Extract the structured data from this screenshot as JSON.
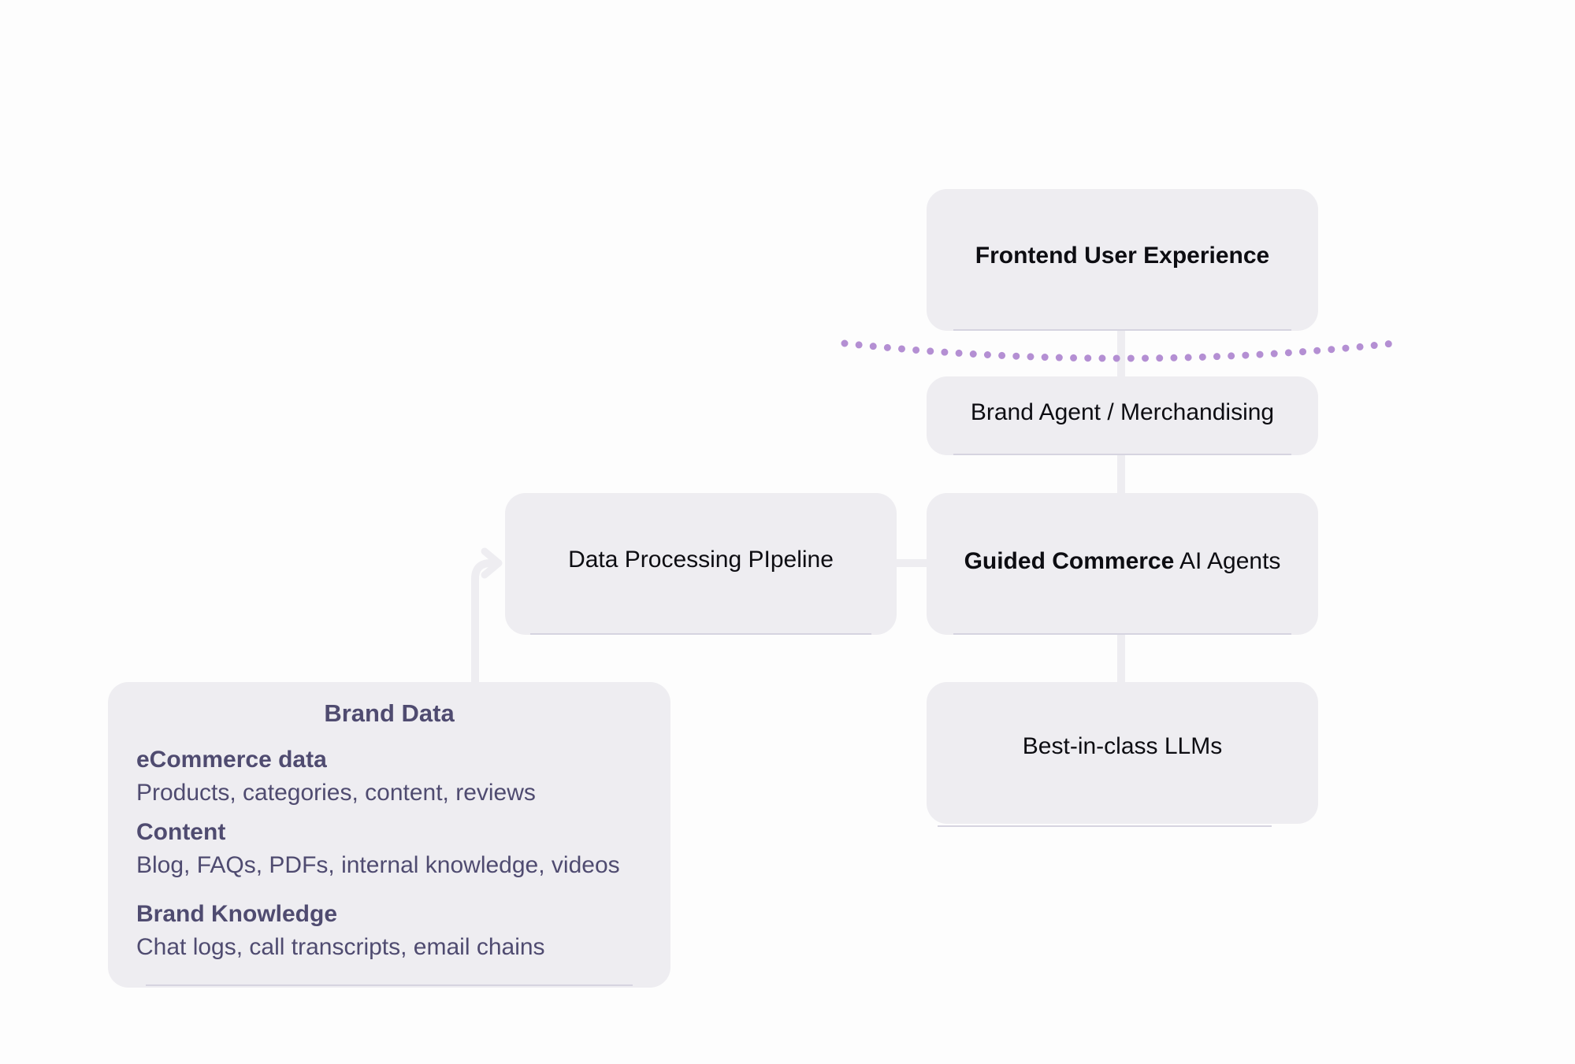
{
  "diagram": {
    "frontend": {
      "label": "Frontend User Experience"
    },
    "brand_agent": {
      "label": "Brand Agent / Merchandising"
    },
    "guided_commerce": {
      "label_bold": "Guided Commerce",
      "label_regular": "AI Agents"
    },
    "pipeline": {
      "label": "Data Processing PIpeline"
    },
    "llms": {
      "label": "Best-in-class LLMs"
    },
    "brand_data": {
      "title": "Brand Data",
      "sections": [
        {
          "heading": "eCommerce data",
          "description": "Products, categories, content, reviews"
        },
        {
          "heading": "Content",
          "description": "Blog, FAQs, PDFs, internal knowledge, videos"
        },
        {
          "heading": "Brand Knowledge",
          "description": "Chat logs, call transcripts, email chains"
        }
      ]
    },
    "colors": {
      "box_fill": "#eeedf1",
      "connector": "#eeedf1",
      "dotted_divider": "#b48fd3",
      "brand_text": "#4f4b70",
      "primary_text": "#0d0d12"
    }
  }
}
